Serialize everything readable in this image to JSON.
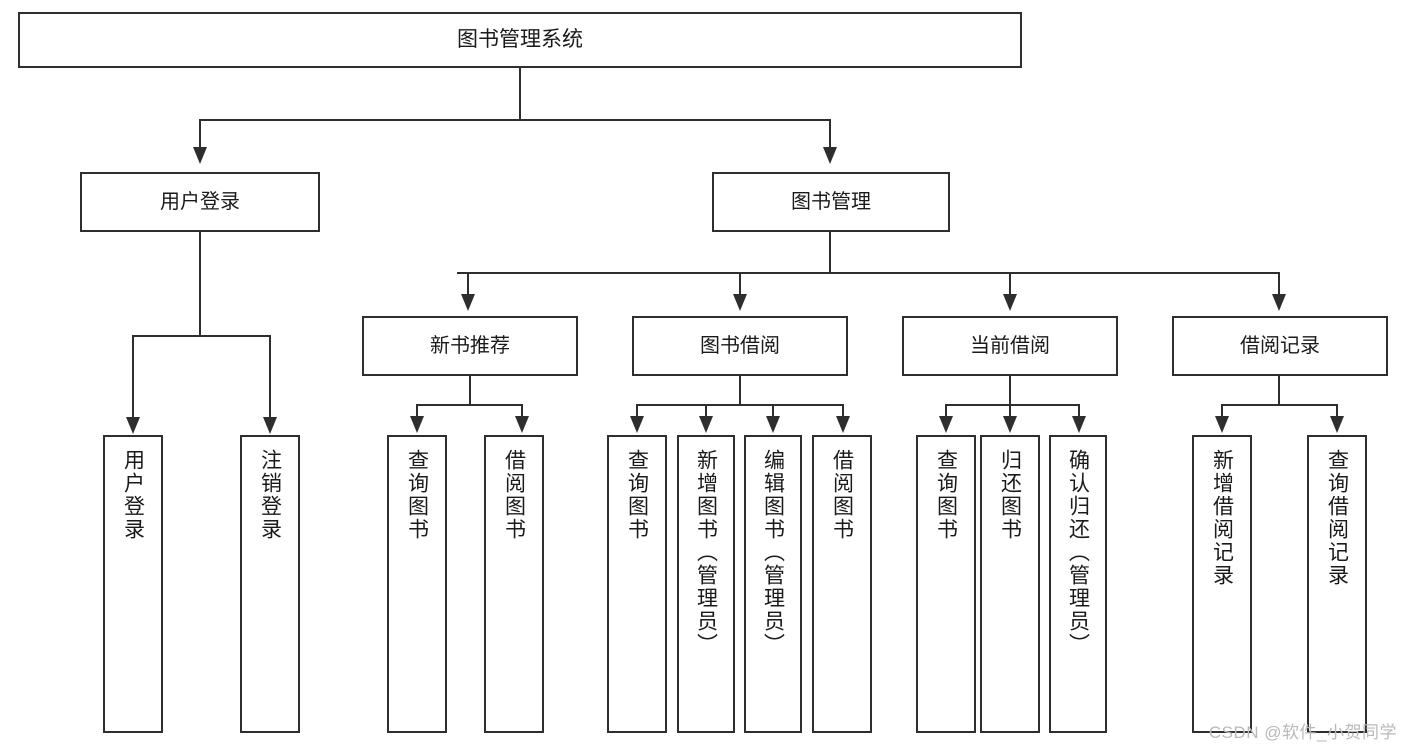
{
  "diagram": {
    "title": "图书管理系统",
    "watermark": "CSDN @软件_小贺同学",
    "colors": {
      "background": "#ffffff",
      "stroke": "#2e2e2e",
      "text": "#1a1a1a",
      "watermark": "#b9b9b9"
    },
    "root": {
      "label": "图书管理系统"
    },
    "level1": [
      {
        "label": "用户登录"
      },
      {
        "label": "图书管理"
      }
    ],
    "level2": [
      {
        "label": "新书推荐"
      },
      {
        "label": "图书借阅"
      },
      {
        "label": "当前借阅"
      },
      {
        "label": "借阅记录"
      }
    ],
    "leaves": [
      {
        "label": "用户登录"
      },
      {
        "label": "注销登录"
      },
      {
        "label": "查询图书"
      },
      {
        "label": "借阅图书"
      },
      {
        "label": "查询图书"
      },
      {
        "label": "新增图书（管理员）"
      },
      {
        "label": "编辑图书（管理员）"
      },
      {
        "label": "借阅图书"
      },
      {
        "label": "查询图书"
      },
      {
        "label": "归还图书"
      },
      {
        "label": "确认归还（管理员）"
      },
      {
        "label": "新增借阅记录"
      },
      {
        "label": "查询借阅记录"
      }
    ]
  }
}
